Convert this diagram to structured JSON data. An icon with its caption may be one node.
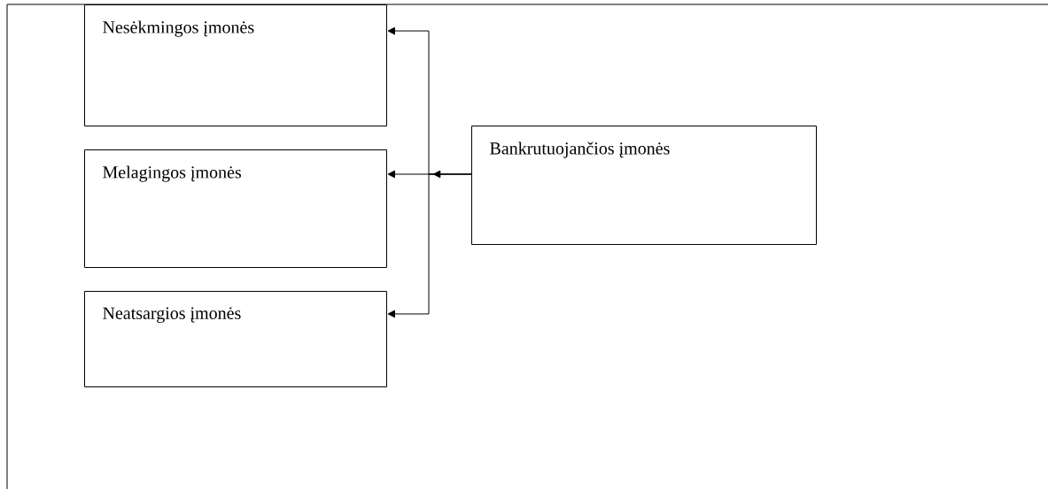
{
  "diagram": {
    "nodes": [
      {
        "text": [
          "Nesėkmingos įmonės"
        ]
      },
      {
        "text": [
          "Melagingos įmonės"
        ]
      },
      {
        "text": [
          "Neatsargios įmonės"
        ]
      },
      {
        "text": [
          "Bankrutuojančios įmonės"
        ]
      }
    ],
    "edges": [
      {
        "from": 3,
        "to": 0,
        "arrow": "to"
      },
      {
        "from": 3,
        "to": 1,
        "arrow": "to"
      },
      {
        "from": 3,
        "to": 2,
        "arrow": "to"
      }
    ]
  }
}
